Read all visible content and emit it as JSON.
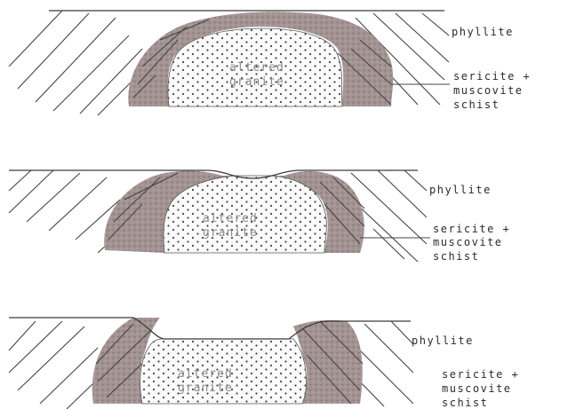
{
  "colors": {
    "schist_fill": "#9e8f8f",
    "granite_fill": "#fbfbfb",
    "line": "#3a3a3a",
    "text": "#2b2b2b"
  },
  "panels": [
    {
      "phyllite": "phyllite",
      "schist_line1": "sericite +",
      "schist_line2": "muscovite",
      "schist_line3": "schist",
      "core_line1": "altered",
      "core_line2": "granite"
    },
    {
      "phyllite": "phyllite",
      "schist_line1": "sericite +",
      "schist_line2": "muscovite",
      "schist_line3": "schist",
      "core_line1": "altered",
      "core_line2": "granite"
    },
    {
      "phyllite": "phyllite",
      "schist_line1": "sericite +",
      "schist_line2": "muscovite",
      "schist_line3": "schist",
      "core_line1": "altered",
      "core_line2": "granite"
    }
  ]
}
